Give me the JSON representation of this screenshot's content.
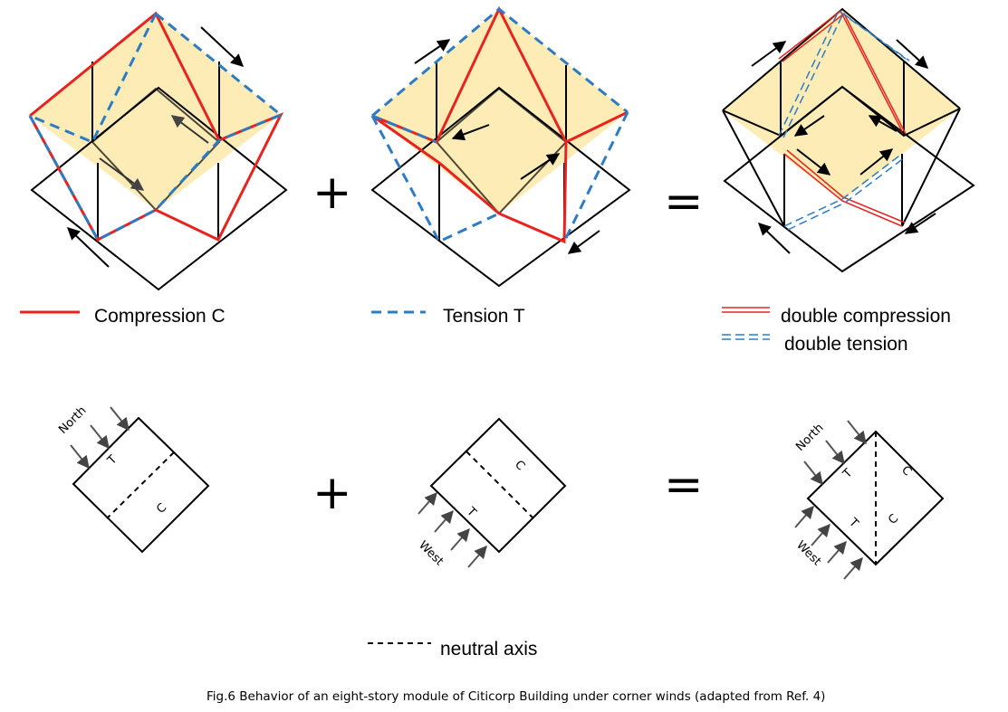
{
  "diagram": {
    "operators": {
      "plus": "+",
      "equals": "="
    },
    "legend": {
      "compression": "Compression C",
      "tension": "Tension T",
      "double_compression": "double compression",
      "double_tension": "double tension",
      "neutral_axis": "neutral axis"
    },
    "wind_labels": {
      "north": "North",
      "west": "West"
    },
    "section_labels": {
      "tension": "T",
      "compression": "C"
    },
    "caption": "Fig.6 Behavior of an eight-story module of Citicorp Building under corner winds (adapted from Ref. 4)",
    "colors": {
      "compression": "#e8231f",
      "tension": "#2e7bc4",
      "panel_fill": "#fde9a8",
      "structure": "#000000"
    }
  }
}
